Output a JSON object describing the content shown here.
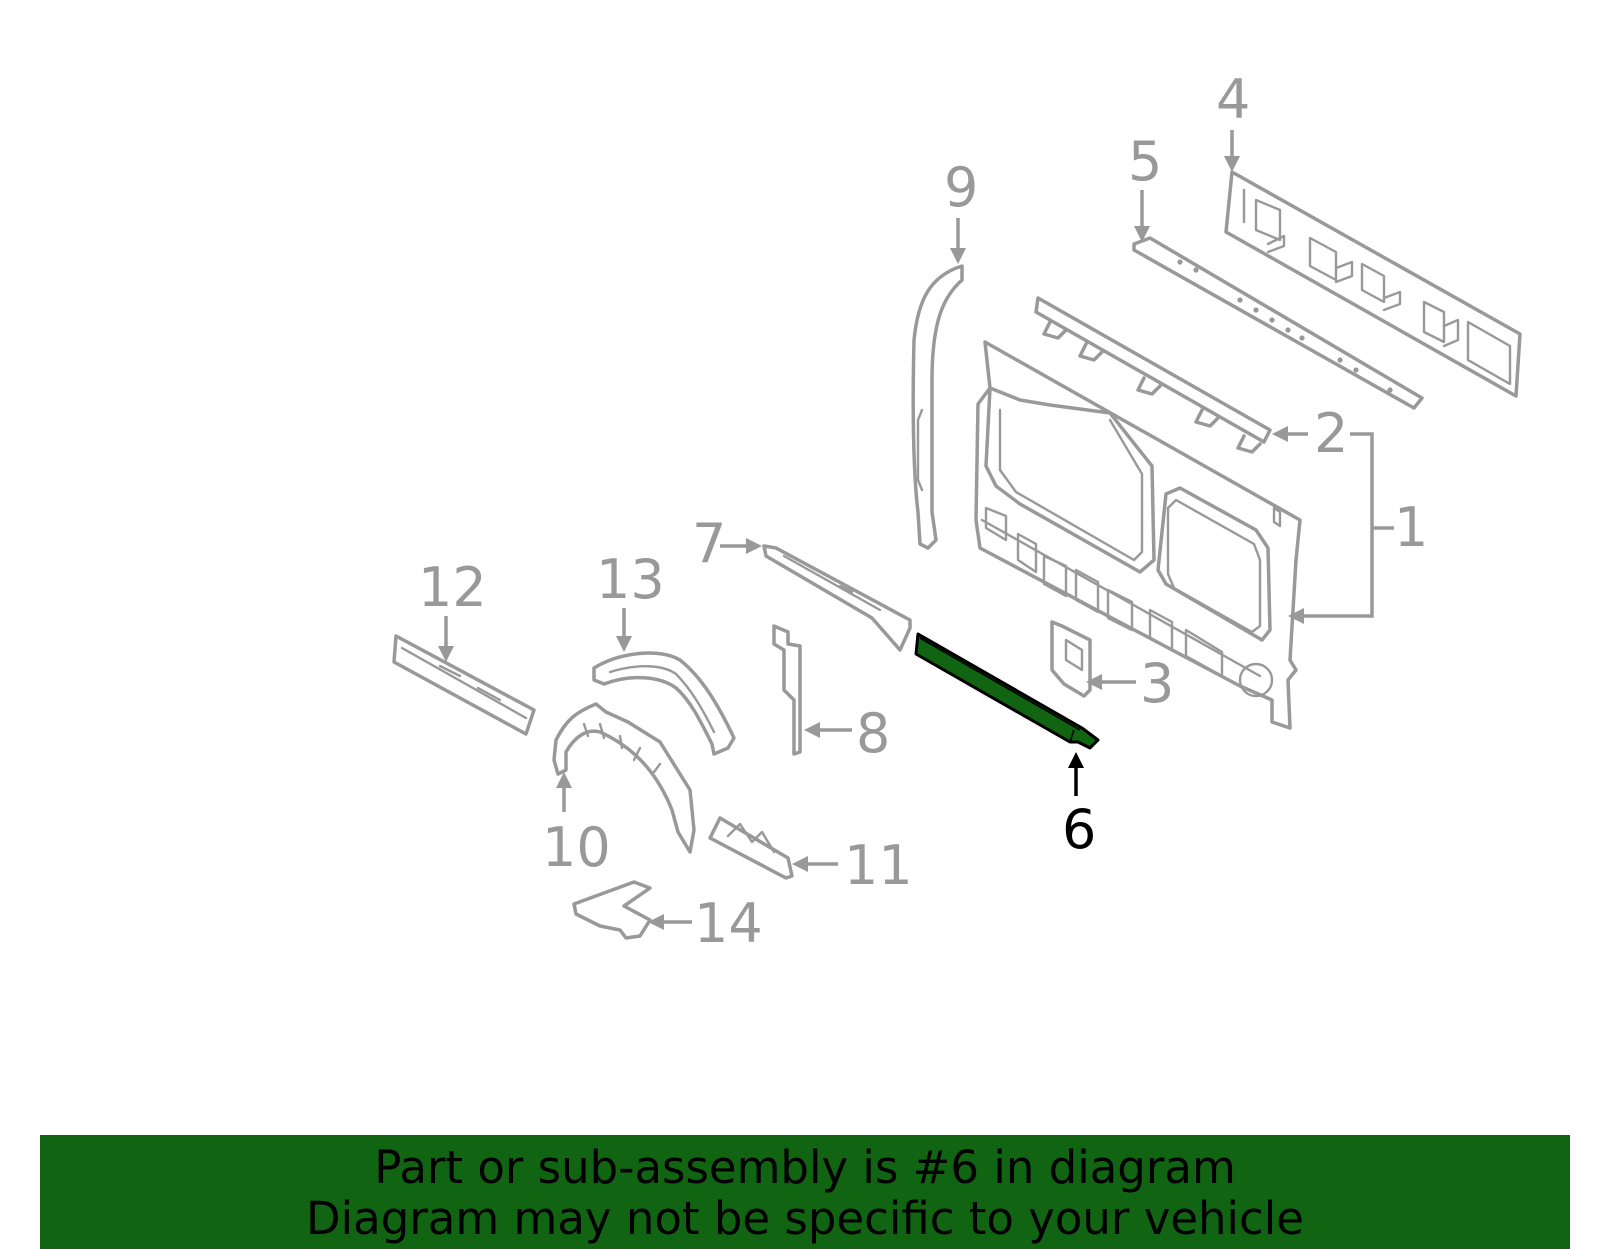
{
  "diagram": {
    "highlight_color": "#116411",
    "part_color": "#999999",
    "highlighted_callout": "6",
    "callouts": [
      {
        "id": "1",
        "label": "1"
      },
      {
        "id": "2",
        "label": "2"
      },
      {
        "id": "3",
        "label": "3"
      },
      {
        "id": "4",
        "label": "4"
      },
      {
        "id": "5",
        "label": "5"
      },
      {
        "id": "6",
        "label": "6"
      },
      {
        "id": "7",
        "label": "7"
      },
      {
        "id": "8",
        "label": "8"
      },
      {
        "id": "9",
        "label": "9"
      },
      {
        "id": "10",
        "label": "10"
      },
      {
        "id": "11",
        "label": "11"
      },
      {
        "id": "12",
        "label": "12"
      },
      {
        "id": "13",
        "label": "13"
      },
      {
        "id": "14",
        "label": "14"
      }
    ]
  },
  "banner": {
    "line1": "Part or sub-assembly is #6 in diagram",
    "line2": "Diagram may not be specific to your vehicle"
  }
}
